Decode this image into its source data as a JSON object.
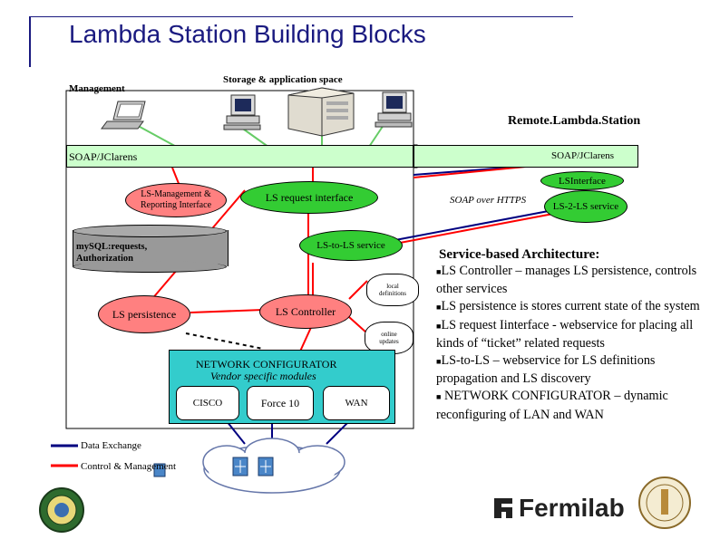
{
  "title": "Lambda Station Building Blocks",
  "labels": {
    "management": "Management",
    "storage": "Storage & application space",
    "remote_lambda_station": "Remote.Lambda.Station",
    "soap_left": "SOAP/JClarens",
    "soap_right": "SOAP/JClarens",
    "ls_interface": "LSInterface",
    "ls_management": "LS-Management & Reporting Interface",
    "ls_request_interface": "LS request interface",
    "soap_over_https": "SOAP over HTTPS",
    "ls_2_ls_service": "LS-2-LS service",
    "mysql": "mySQL:requests, Authorization",
    "ls_to_ls_service": "LS-to-LS service",
    "local_definitions": "local definitions",
    "ls_persistence": "LS persistence",
    "ls_controller": "LS Controller",
    "online_updates": "online updates",
    "network_configurator": "NETWORK CONFIGURATOR",
    "vendor_modules": "Vendor specific modules",
    "cisco": "CISCO",
    "force10": "Force 10",
    "wan": "WAN",
    "data_exchange": "Data Exchange",
    "control_management": "Control & Management"
  },
  "architecture": {
    "heading": "Service-based Architecture:",
    "bullets": [
      {
        "marker": "■",
        "text": "LS Controller – manages LS persistence, controls other services"
      },
      {
        "marker": "■",
        "text": "LS persistence is stores current state of the system"
      },
      {
        "marker": "■",
        "text": "LS request Iinterface -  webservice for placing all kinds of “ticket” related requests"
      },
      {
        "marker": "■",
        "text": "LS-to-LS – webservice for LS definitions propagation and LS discovery"
      },
      {
        "marker": "■",
        "text": " NETWORK CONFIGURATOR – dynamic reconfiguring of LAN and WAN"
      }
    ]
  },
  "logos": {
    "fermilab": "Fermilab"
  },
  "colors": {
    "title": "#1a1a80",
    "soap_bar": "#ccffcc",
    "green_node": "#33cc33",
    "red_node": "#ff8080",
    "mysql": "#999999",
    "network_configurator": "#33cccc",
    "data_line": "#000080",
    "control_line": "#ff0000"
  },
  "icons": [
    "laptop-icon",
    "desktop-computer-icon",
    "server-icon",
    "cloud-icon",
    "router-icon",
    "doe-seal-icon",
    "fermilab-logo-icon",
    "university-seal-icon"
  ]
}
